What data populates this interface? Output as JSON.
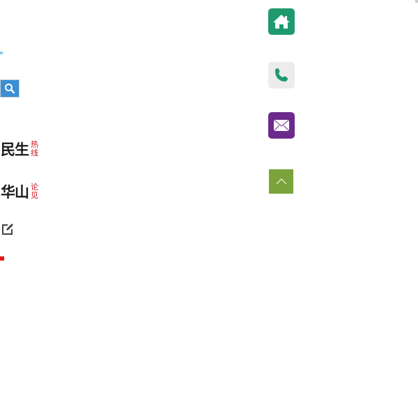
{
  "logos": {
    "minsheng": {
      "main": "民生",
      "sub1": "热",
      "sub2": "线"
    },
    "huashan": {
      "main": "华山",
      "sub1": "论",
      "sub2": "见"
    }
  },
  "colors": {
    "search": "#3a8fd4",
    "home": "#1f9a6e",
    "phone_bg": "#ececec",
    "phone_icon": "#1f9a6e",
    "mail": "#6b2a8c",
    "back_to_top": "#7aa33a"
  },
  "icons": [
    "search-icon",
    "edit-icon",
    "home-icon",
    "phone-icon",
    "mail-icon",
    "chevron-up-icon"
  ]
}
